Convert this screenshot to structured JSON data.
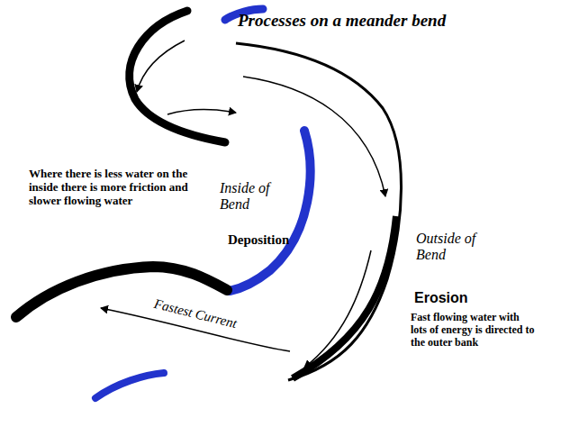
{
  "diagram": {
    "title": "Processes on a meander bend",
    "labels": [
      "Where there is less water on the inside there is more friction and slower flowing water",
      "Inside of Bend",
      "Deposition",
      "Outside of Bend",
      "Erosion",
      "Fast flowing water with lots of energy is directed to the outer bank",
      "Fastest Current"
    ]
  }
}
